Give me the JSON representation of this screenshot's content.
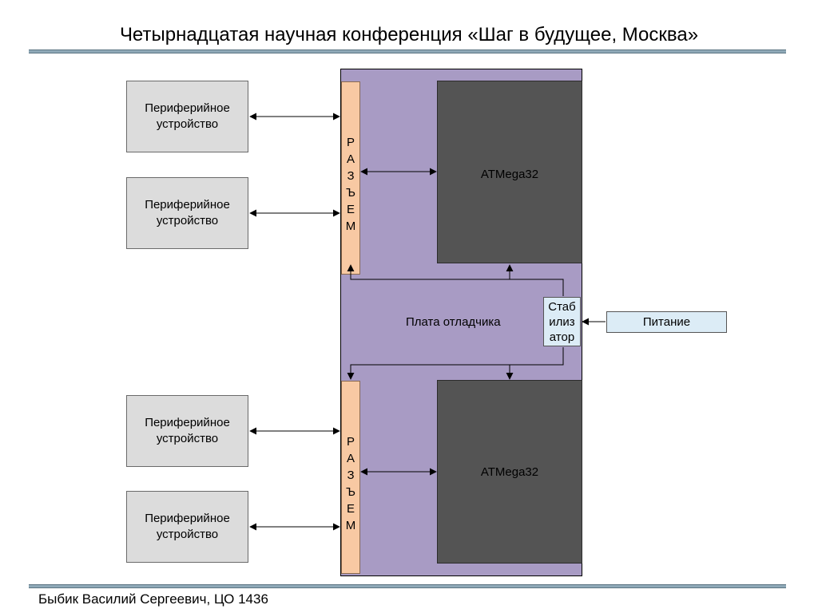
{
  "header": {
    "title": "Четырнадцатая научная конференция «Шаг в будущее, Москва»"
  },
  "footer": {
    "author": "Быбик Василий Сергеевич, ЦО 1436"
  },
  "diagram": {
    "peripherals": [
      {
        "line1": "Периферийное",
        "line2": "устройство"
      },
      {
        "line1": "Периферийное",
        "line2": "устройство"
      },
      {
        "line1": "Периферийное",
        "line2": "устройство"
      },
      {
        "line1": "Периферийное",
        "line2": "устройство"
      }
    ],
    "connectors": [
      {
        "letters": [
          "Р",
          "А",
          "З",
          "Ъ",
          "Е",
          "М"
        ]
      },
      {
        "letters": [
          "Р",
          "А",
          "З",
          "Ъ",
          "Е",
          "М"
        ]
      }
    ],
    "mcus": [
      {
        "label": "ATMega32"
      },
      {
        "label": "ATMega32"
      }
    ],
    "board": {
      "label": "Плата отладчика"
    },
    "stabilizer": {
      "line1": "Стаб",
      "line2": "илиз",
      "line3": "атор"
    },
    "power": {
      "label": "Питание"
    },
    "colors": {
      "board": "#a89bc4",
      "connector": "#f8c9a3",
      "mcu": "#545454",
      "peripheral": "#dcdcdc",
      "stabilizer": "#dcecf6",
      "rule": "#8fa9b8"
    }
  }
}
